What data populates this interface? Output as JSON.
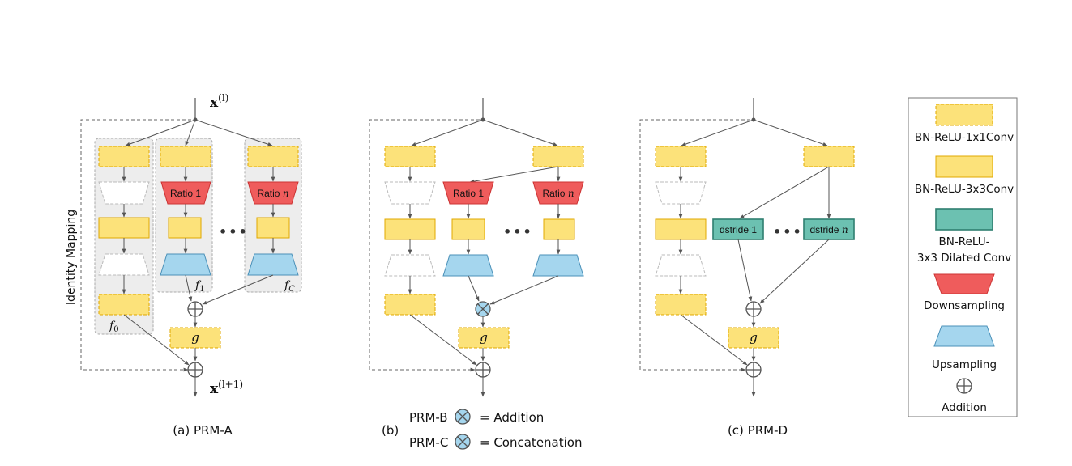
{
  "colors": {
    "conv1x1": "#FCE27A",
    "conv3x3": "#FCE27A",
    "dilated": "#6CC1B1",
    "downsampling": "#EF5C5C",
    "upsampling": "#A5D6EE",
    "group_bg": "#EDEDED",
    "line": "#555555"
  },
  "prm_a": {
    "input_label": "x",
    "input_sup": "(l)",
    "output_label": "x",
    "output_sup": "(l+1)",
    "side_label": "Identity Mapping",
    "ratio1": "Ratio 1",
    "ratio_n_text": "Ratio ",
    "ratio_n_var": "n",
    "dots": "•••",
    "f0": "f",
    "f0_sub": "0",
    "f1": "f",
    "f1_sub": "1",
    "fc": "f",
    "fc_sub": "C",
    "g": "g",
    "caption": "(a) PRM-A"
  },
  "prm_b": {
    "ratio1": "Ratio 1",
    "ratio_n_text": "Ratio ",
    "ratio_n_var": "n",
    "dots": "•••",
    "g": "g",
    "caption_prefix": "(b)",
    "prm_b_label": "PRM-B",
    "prm_b_meaning": "= Addition",
    "prm_c_label": "PRM-C",
    "prm_c_meaning": "= Concatenation"
  },
  "prm_d": {
    "dstride1": "dstride 1",
    "dstride_n_text": "dstride ",
    "dstride_n_var": "n",
    "dots": "•••",
    "g": "g",
    "caption": "(c) PRM-D"
  },
  "legend": {
    "items": [
      {
        "shape": "conv1x1-icon",
        "label": "BN-ReLU-1x1Conv"
      },
      {
        "shape": "conv3x3-icon",
        "label": "BN-ReLU-3x3Conv"
      },
      {
        "shape": "dilated-conv-icon",
        "label_line1": "BN-ReLU-",
        "label_line2": "3x3 Dilated Conv"
      },
      {
        "shape": "downsampling-icon",
        "label": "Downsampling"
      },
      {
        "shape": "upsampling-icon",
        "label": "Upsampling"
      },
      {
        "shape": "addition-icon",
        "label": "Addition"
      }
    ]
  }
}
